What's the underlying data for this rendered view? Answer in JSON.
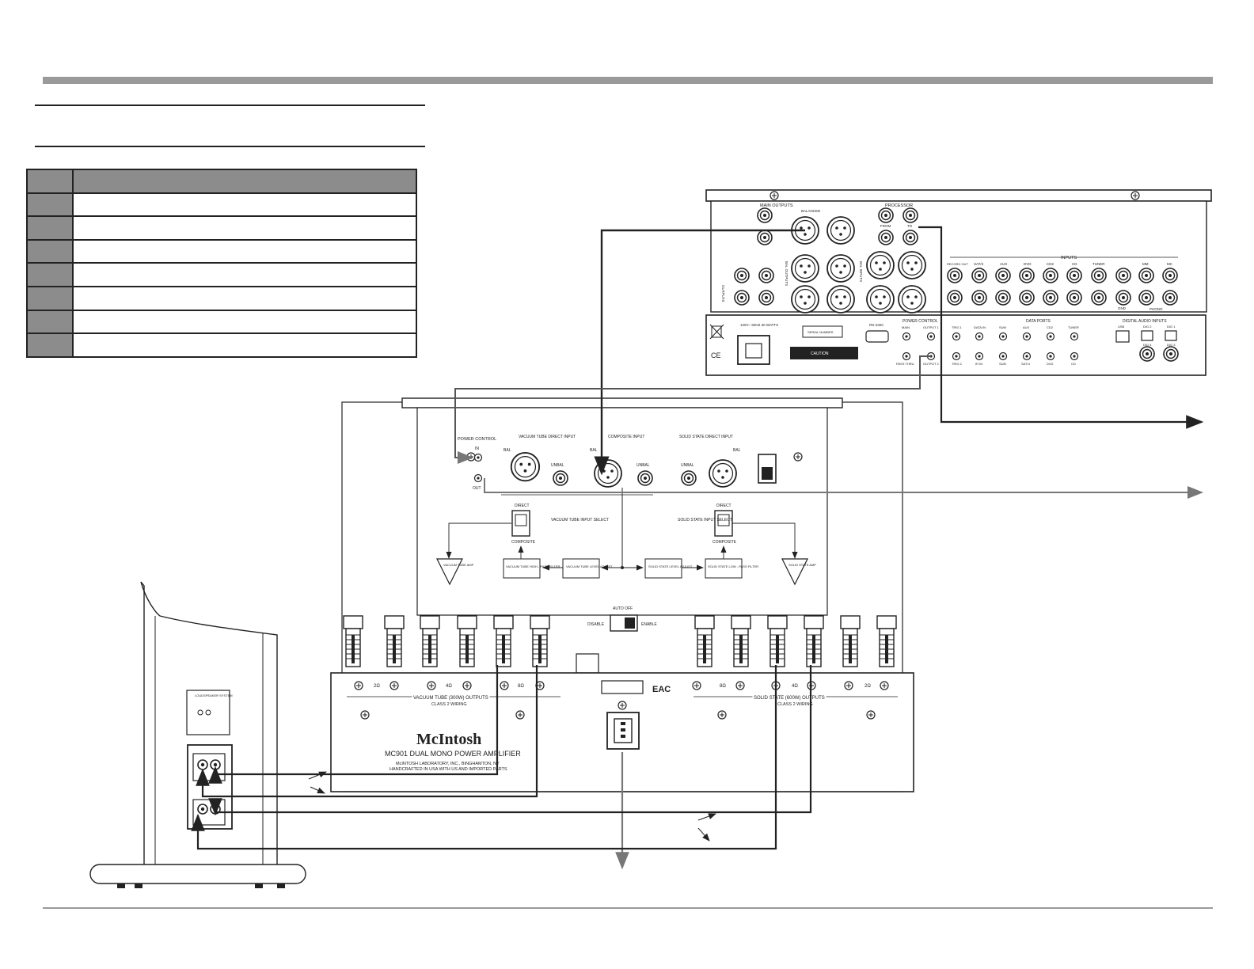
{
  "preamp": {
    "main_outputs": "MAIN OUTPUTS",
    "balanced": "BALANCED",
    "processor": "PROCESSOR",
    "from": "FROM",
    "to": "TO",
    "inputs": "INPUTS",
    "record_out": "RECORD OUT",
    "input_labels": [
      "SAT/4",
      "AUX",
      "DVD",
      "CD2",
      "CD",
      "TUNER"
    ],
    "gnd": "GND",
    "mm": "MM",
    "mc": "MC",
    "phono": "PHONO",
    "bal_outputs": "BAL OUTPUTS",
    "bal_inputs": "BAL INPUTS",
    "power_rating": "120V~ 60HZ 30 WATTS",
    "serial": "SERIAL NUMBER",
    "rs232": "RS-232C",
    "power_control": "POWER CONTROL",
    "main": "MAIN",
    "output1": "OUTPUT 1",
    "output2": "OUTPUT 2",
    "passthru": "PASS THRU",
    "trig1": "TRIG 1",
    "trig2": "TRIG 2",
    "data_in": "DATA IN",
    "ir_in": "IR IN",
    "data_ports": "DATA PORTS",
    "data_ports_labels": [
      "SUM",
      "AUX",
      "CD2",
      "TUNER"
    ],
    "data_ports_labels_2": [
      "SUM",
      "SAT/4",
      "DVD",
      "CD"
    ],
    "digital_audio_inputs": "DIGITAL AUDIO INPUTS",
    "usb": "USB",
    "dig": [
      "DIG 1",
      "DIG 2",
      "DIG 3",
      "DIG 4"
    ],
    "caution": "CAUTION",
    "mark_ce": "CE"
  },
  "amp": {
    "power_control": "POWER CONTROL",
    "in": "IN",
    "out": "OUT",
    "vt_direct_input": "VACUUM TUBE DIRECT INPUT",
    "composite_input": "COMPOSITE INPUT",
    "ss_direct_input": "SOLID STATE DIRECT INPUT",
    "bal": "BAL",
    "unbal": "UNBAL",
    "direct": "DIRECT",
    "composite": "COMPOSITE",
    "vt_input_select": "VACUUM TUBE INPUT SELECT",
    "ss_input_select": "SOLID STATE INPUT SELECT",
    "vt_amp": "VACUUM TUBE AMP",
    "ss_amp": "SOLID STATE AMP",
    "vt_hpf": "VACUUM TUBE HIGH - PASS FILTER",
    "vt_level": "VACUUM TUBE LEVEL ADJUST",
    "ss_level": "SOLID STATE LEVEL ADJUST",
    "ss_lpf": "SOLID STATE LOW - PASS FILTER",
    "auto_off": "AUTO OFF",
    "disable": "DISABLE",
    "enable": "ENABLE",
    "imp_2": "2Ω",
    "imp_4": "4Ω",
    "imp_8": "8Ω",
    "vt_outputs": "VACUUM TUBE (300W) OUTPUTS",
    "ss_outputs": "SOLID STATE (600W) OUTPUTS",
    "class2": "CLASS 2 WIRING",
    "brand": "McIntosh",
    "model": "MC901 DUAL MONO POWER AMPLIFIER",
    "maker_line1": "McINTOSH LABORATORY, INC., BINGHAMTON, NY",
    "maker_line2": "HANDCRAFTED IN USA WITH US AND IMPORTED PARTS",
    "eac": "EAC"
  },
  "speaker": {
    "label": "LOUDSPEAKER SYSTEM"
  },
  "colors": {
    "rule": "#9a9a9a",
    "table_header": "#8c8c8c",
    "cable_dark": "#222222",
    "cable_gray": "#777777"
  }
}
